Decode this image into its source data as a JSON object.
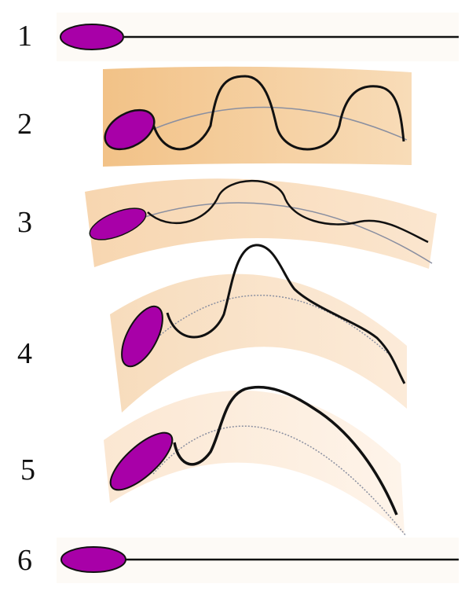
{
  "steps": [
    {
      "label": "1"
    },
    {
      "label": "2"
    },
    {
      "label": "3"
    },
    {
      "label": "4"
    },
    {
      "label": "5"
    },
    {
      "label": "6"
    }
  ],
  "colors": {
    "head": "#a800a8",
    "head_outline": "#111111",
    "flagellum": "#111111",
    "guide_arc": "#8a8fa0",
    "background_band": "#f6cf9c",
    "background_band_light": "#fbe3c6",
    "background_band_pale": "#fdf0e0"
  }
}
